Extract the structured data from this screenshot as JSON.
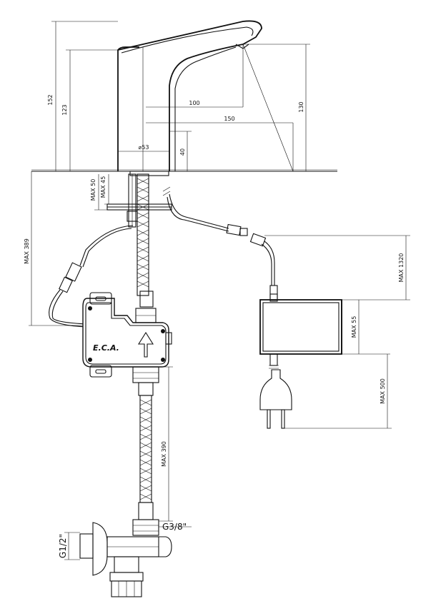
{
  "dimensions": {
    "height_152": "152",
    "height_123": "123",
    "height_130": "130",
    "reach_100": "100",
    "reach_150": "150",
    "diameter_53": "⌀53",
    "height_40": "40",
    "max_50": "MAX 50",
    "max_45": "MAX 45",
    "max_389": "MAX 389",
    "max_1320": "MAX 1320",
    "max_55": "MAX 55",
    "max_500": "MAX 500",
    "max_390": "MAX 390",
    "thread_g38": "G3/8\"",
    "thread_g12": "G1/2\""
  },
  "brand": {
    "logo_text": "E.C.A."
  }
}
